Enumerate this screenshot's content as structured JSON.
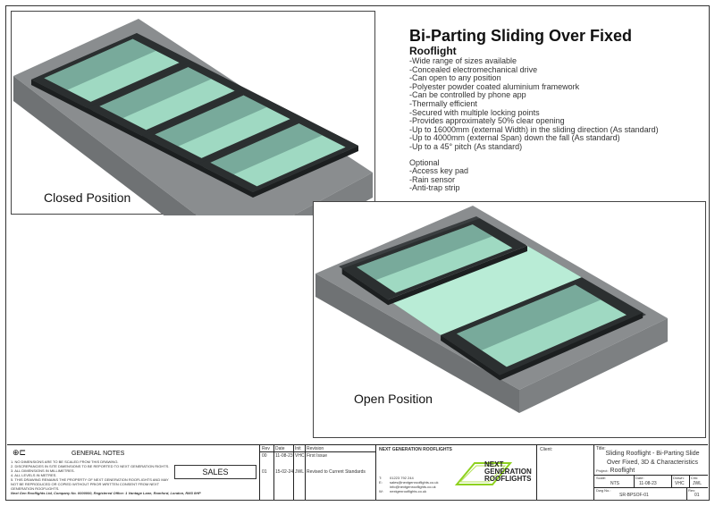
{
  "spec": {
    "title": "Bi-Parting Sliding Over Fixed",
    "subtitle": "Rooflight",
    "features": [
      "-Wide range of sizes available",
      "-Concealed electromechanical drive",
      "-Can open to any position",
      "-Polyester powder coated aluminium framework",
      "-Can be controlled by phone app",
      "-Thermally efficient",
      "-Secured with multiple locking points",
      "-Provides approximately 50% clear opening",
      "-Up to 16000mm (external Width) in the sliding direction (As standard)",
      "-Up to 4000mm (external Span) down the fall (As standard)",
      "-Up to a 45° pitch (As standard)"
    ],
    "optional_heading": "Optional",
    "optional": [
      "-Access key pad",
      "-Rain sensor",
      "-Anti-trap strip"
    ]
  },
  "views": {
    "closed_label": "Closed Position",
    "open_label": "Open Position"
  },
  "colors": {
    "slab_top": "#8a8d8f",
    "slab_side": "#6f7274",
    "frame": "#2b2f30",
    "glass": "#9fd9c2"
  },
  "title_block": {
    "notes_heading": "GENERAL NOTES",
    "notes": [
      "1. NO DIMENSIONS ARE TO BE SCALED FROM THIS DRAWING.",
      "2. DISCREPANCIES IN SITE DIMENSIONS TO BE REPORTED TO NEXT GENERATION RIGHTS.",
      "3. ALL DIMENSIONS IN MILLIMETRES.",
      "4. ALL LEVELS IN METRES.",
      "5. THIS DRAWING REMAINS THE PROPERTY OF NEXT GENERATION ROOFLIGHTS AND MAY NOT BE REPRODUCED OR COPIED WITHOUT PRIOR WRITTEN CONSENT FROM NEXT GENERATION ROOFLIGHTS."
    ],
    "company_line": "Next Gen Rooflights Ltd, Company No. 0000000, Registered Office: 1 Vantage Lane, Romford, London, RM3 0HP",
    "stamp": "SALES",
    "rev_headers": [
      "Rev",
      "Date",
      "Init",
      "Revision"
    ],
    "revisions": [
      [
        "00",
        "11-08-23",
        "VHC",
        "First Issue"
      ],
      [
        "01",
        "15-02-24",
        "JWL",
        "Revised to Current Standards"
      ]
    ],
    "company_name": "NEXT GENERATION ROOFLIGHTS",
    "contacts": [
      [
        "T:",
        "01223 792 244"
      ],
      [
        "E:",
        "sales@nextgenrooflights.co.uk"
      ],
      [
        "",
        "info@nextgenrooflights.co.uk"
      ],
      [
        "W:",
        "nextgenrooflights.co.uk"
      ]
    ],
    "logo_text": [
      "NEXT",
      "GENERATION",
      "ROOFLIGHTS"
    ],
    "client_label": "Client:",
    "title_label": "Title:",
    "title_lines": [
      "Sliding Rooflight - Bi-Parting Slide",
      "Over Fixed, 3D & Characteristics"
    ],
    "project_label": "Project:",
    "project": "Rooflight",
    "scale_label": "Scale:",
    "scale": "NTS",
    "date_label": "Date:",
    "date": "11-08-23",
    "drawn_label": "Drawn:",
    "drawn": "VHC",
    "chk_label": "Chk:",
    "chk": "JWL",
    "dwg_label": "Dwg No.:",
    "dwg": "SR-BPSOF-01",
    "rev_label": "Rev:",
    "rev": "01"
  }
}
